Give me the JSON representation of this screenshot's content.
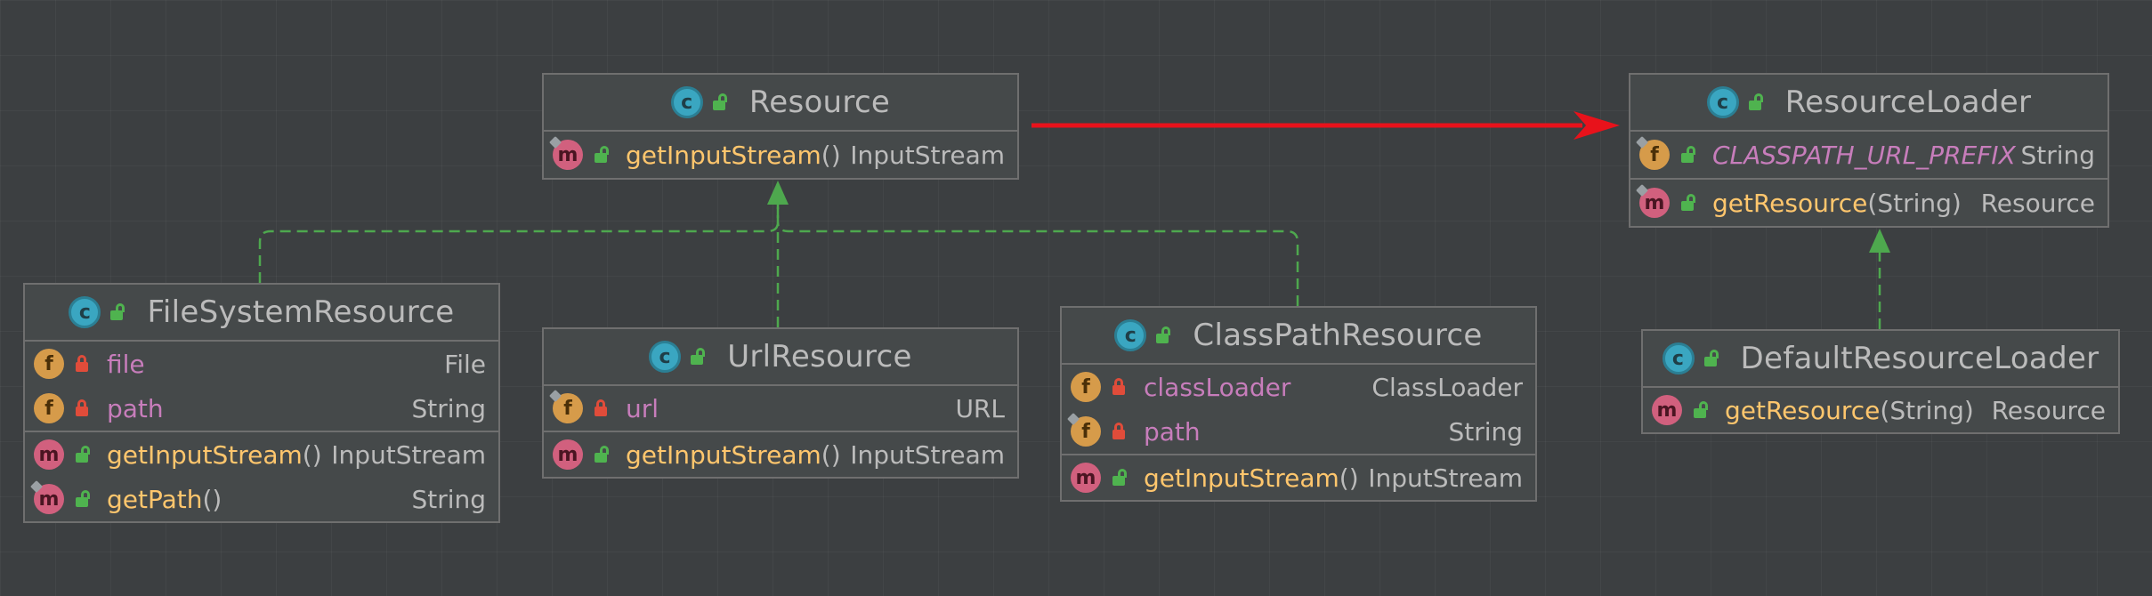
{
  "classes": {
    "resource": {
      "name": "Resource",
      "members": [
        [
          {
            "kind": "m",
            "vis": "public",
            "name": "getInputStream",
            "suffix": "()",
            "type": "InputStream",
            "mark": true
          }
        ]
      ]
    },
    "resourceLoader": {
      "name": "ResourceLoader",
      "members": [
        [
          {
            "kind": "f",
            "vis": "public",
            "name": "CLASSPATH_URL_PREFIX",
            "type": "String",
            "italic": true,
            "mark": true
          }
        ],
        [
          {
            "kind": "m",
            "vis": "public",
            "name": "getResource",
            "suffix": "(String)",
            "type": "Resource",
            "mark": true
          }
        ]
      ]
    },
    "fileSystemResource": {
      "name": "FileSystemResource",
      "members": [
        [
          {
            "kind": "f",
            "vis": "private",
            "name": "file",
            "type": "File"
          },
          {
            "kind": "f",
            "vis": "private",
            "name": "path",
            "type": "String"
          }
        ],
        [
          {
            "kind": "m",
            "vis": "public",
            "name": "getInputStream",
            "suffix": "()",
            "type": "InputStream"
          },
          {
            "kind": "m",
            "vis": "public",
            "name": "getPath",
            "suffix": "()",
            "type": "String",
            "mark": true
          }
        ]
      ]
    },
    "urlResource": {
      "name": "UrlResource",
      "members": [
        [
          {
            "kind": "f",
            "vis": "private",
            "name": "url",
            "type": "URL",
            "mark": true
          }
        ],
        [
          {
            "kind": "m",
            "vis": "public",
            "name": "getInputStream",
            "suffix": "()",
            "type": "InputStream"
          }
        ]
      ]
    },
    "classPathResource": {
      "name": "ClassPathResource",
      "members": [
        [
          {
            "kind": "f",
            "vis": "private",
            "name": "classLoader",
            "type": "ClassLoader"
          },
          {
            "kind": "f",
            "vis": "private",
            "name": "path",
            "type": "String",
            "mark": true
          }
        ],
        [
          {
            "kind": "m",
            "vis": "public",
            "name": "getInputStream",
            "suffix": "()",
            "type": "InputStream"
          }
        ]
      ]
    },
    "defaultResourceLoader": {
      "name": "DefaultResourceLoader",
      "members": [
        [
          {
            "kind": "m",
            "vis": "public",
            "name": "getResource",
            "suffix": "(String)",
            "type": "Resource"
          }
        ]
      ]
    }
  },
  "colors": {
    "background": "#3c3f41",
    "dependency_arrow": "#e8121b",
    "realization": "#4ea84e"
  },
  "icons": {
    "class": "class-icon",
    "field": "field-icon",
    "method": "method-icon",
    "public": "public-visibility-icon",
    "private": "private-visibility-icon"
  }
}
